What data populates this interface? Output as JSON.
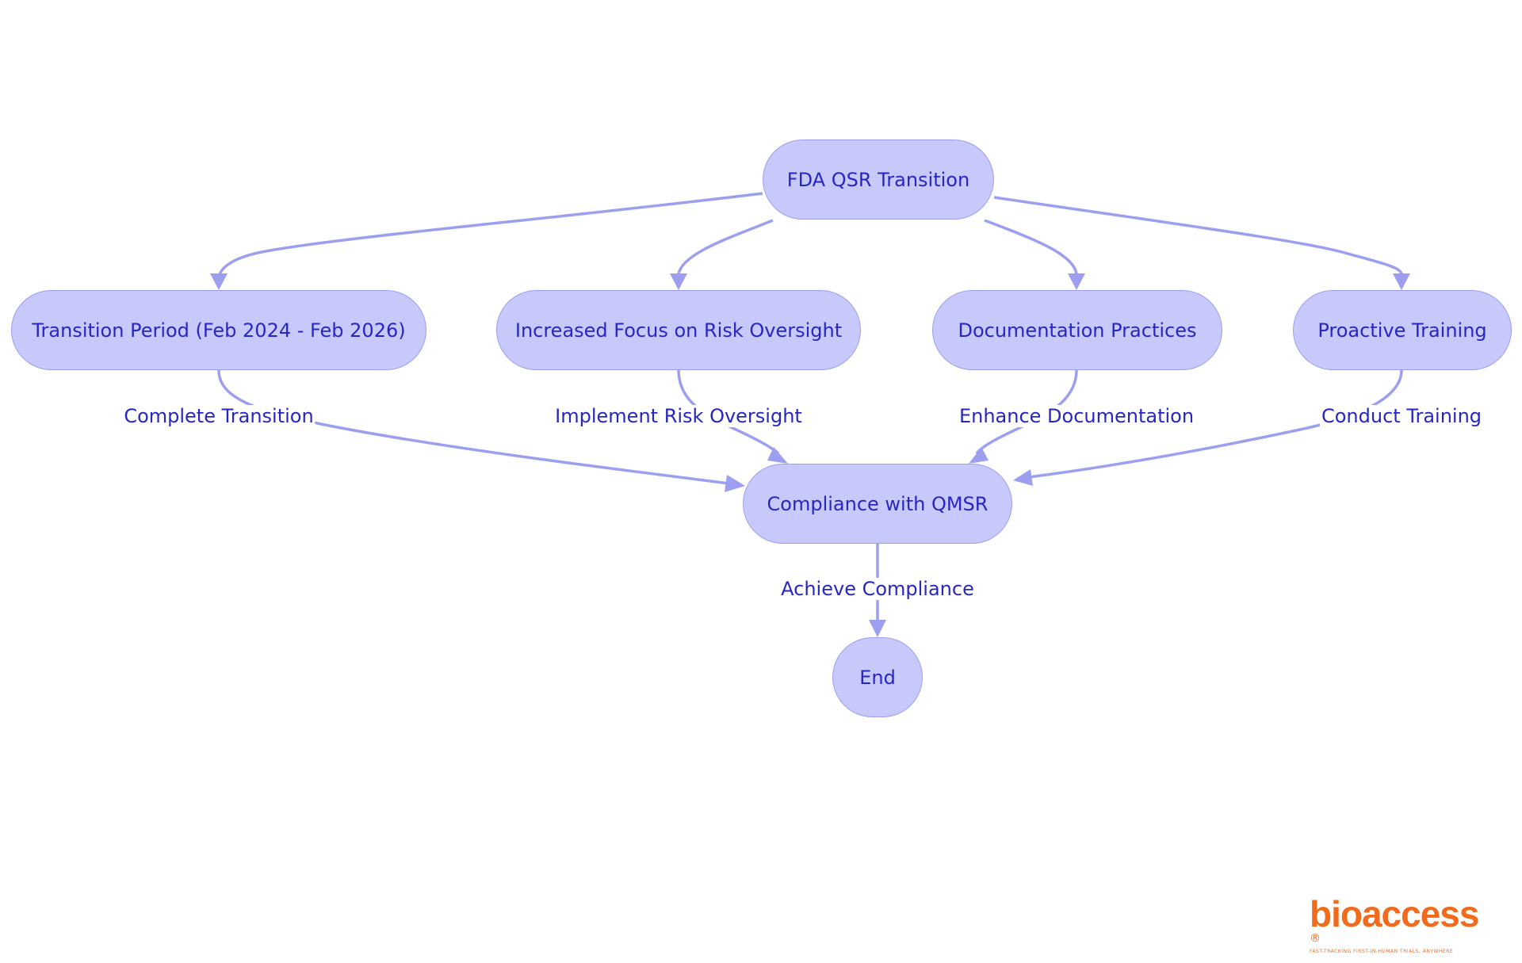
{
  "diagram": {
    "nodes": {
      "root": "FDA QSR Transition",
      "transition": "Transition Period (Feb 2024 - Feb 2026)",
      "risk": "Increased Focus on Risk Oversight",
      "docs": "Documentation Practices",
      "training": "Proactive Training",
      "compliance": "Compliance with QMSR",
      "end": "End"
    },
    "edge_labels": {
      "transition_compliance": "Complete Transition",
      "risk_compliance": "Implement Risk Oversight",
      "docs_compliance": "Enhance Documentation",
      "training_compliance": "Conduct Training",
      "compliance_end": "Achieve Compliance"
    },
    "edges": [
      {
        "from": "root",
        "to": "transition"
      },
      {
        "from": "root",
        "to": "risk"
      },
      {
        "from": "root",
        "to": "docs"
      },
      {
        "from": "root",
        "to": "training"
      },
      {
        "from": "transition",
        "to": "compliance",
        "label": "transition_compliance"
      },
      {
        "from": "risk",
        "to": "compliance",
        "label": "risk_compliance"
      },
      {
        "from": "docs",
        "to": "compliance",
        "label": "docs_compliance"
      },
      {
        "from": "training",
        "to": "compliance",
        "label": "training_compliance"
      },
      {
        "from": "compliance",
        "to": "end",
        "label": "compliance_end"
      }
    ]
  },
  "logo": {
    "wordmark": "bioaccess",
    "registered": "®",
    "tagline": "FAST-TRACKING FIRST-IN-HUMAN TRIALS, ANYWHERE"
  },
  "colors": {
    "node_fill": "#c8c9fb",
    "node_stroke": "#9c9ff0",
    "text": "#2626c4",
    "edge": "#9c9ff0",
    "logo": "#f26a1b"
  }
}
